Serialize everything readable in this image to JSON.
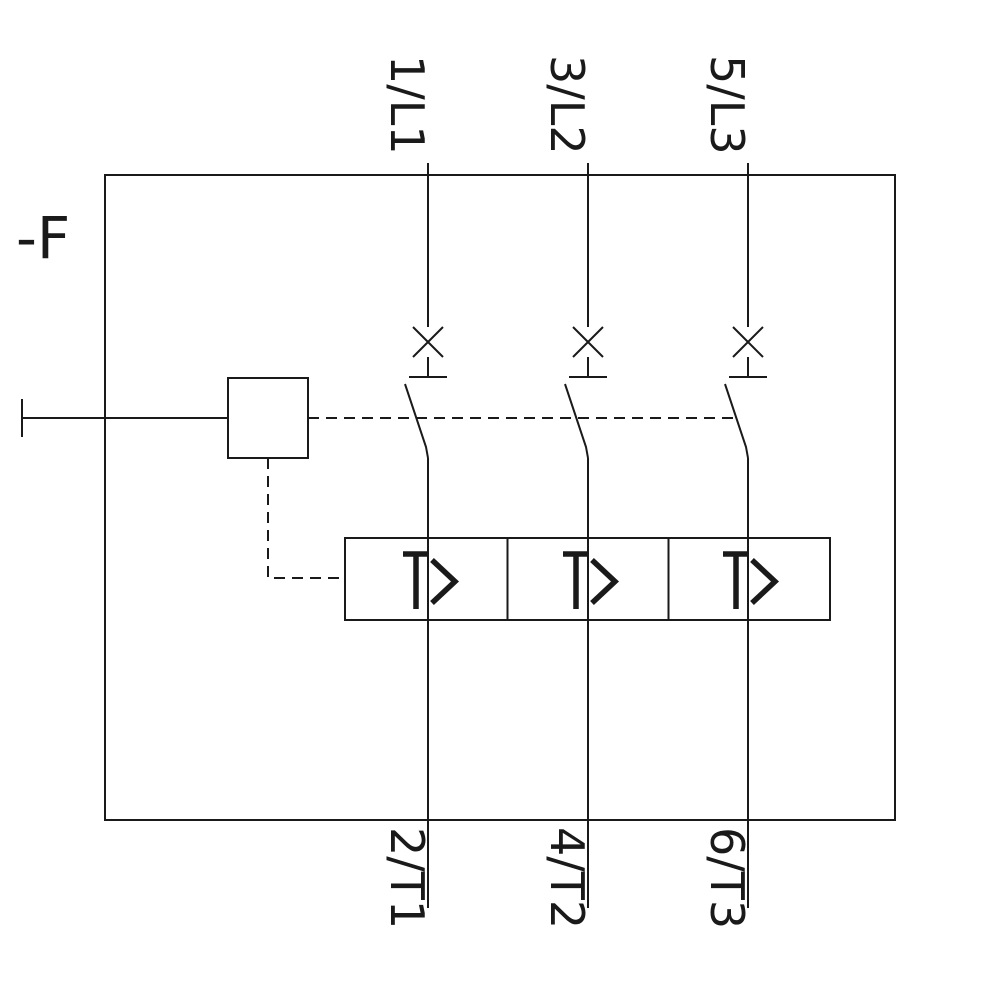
{
  "schematic": {
    "type": "circuit-breaker-3-pole",
    "device_label": "-F",
    "top_terminals": [
      "1/L1",
      "3/L2",
      "5/L3"
    ],
    "bottom_terminals": [
      "2/T1",
      "4/T2",
      "6/T3"
    ],
    "symbols": {
      "breaker_function_icon": "X",
      "overcurrent_release_icon": "I>",
      "mechanical_linkage_style": "dashed"
    },
    "colors": {
      "line": "#1a1a1a",
      "background": "#ffffff"
    }
  }
}
